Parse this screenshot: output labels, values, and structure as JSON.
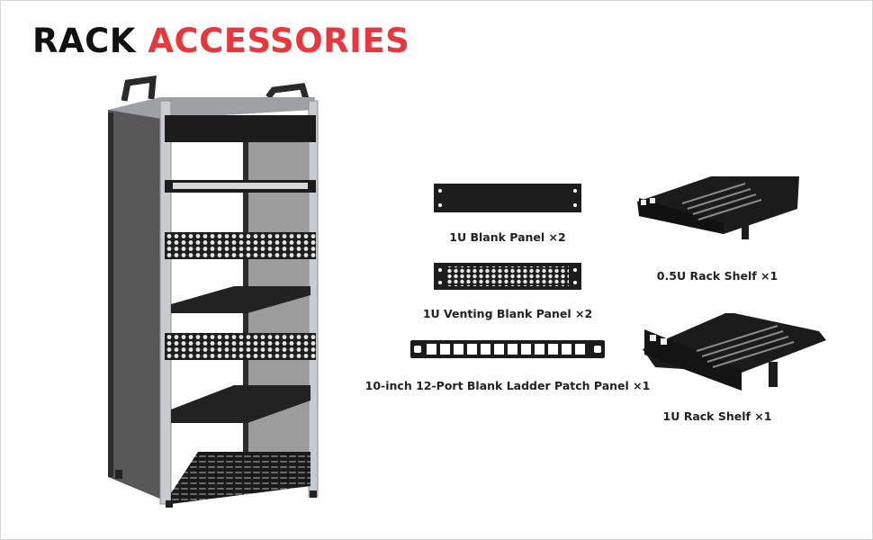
{
  "heading": {
    "word1": "RACK",
    "word2": "ACCESSORIES"
  },
  "accessories": [
    {
      "label": "1U Blank Panel ×2"
    },
    {
      "label": "1U Venting Blank Panel ×2"
    },
    {
      "label": "10-inch 12-Port Blank Ladder Patch Panel ×1"
    },
    {
      "label": "0.5U Rack Shelf ×1"
    },
    {
      "label": "1U Rack Shelf ×1"
    }
  ],
  "colors": {
    "accent": "#e8383d",
    "title": "#111111",
    "metal": "#1c1c1c",
    "frame": "#c9ccce"
  }
}
